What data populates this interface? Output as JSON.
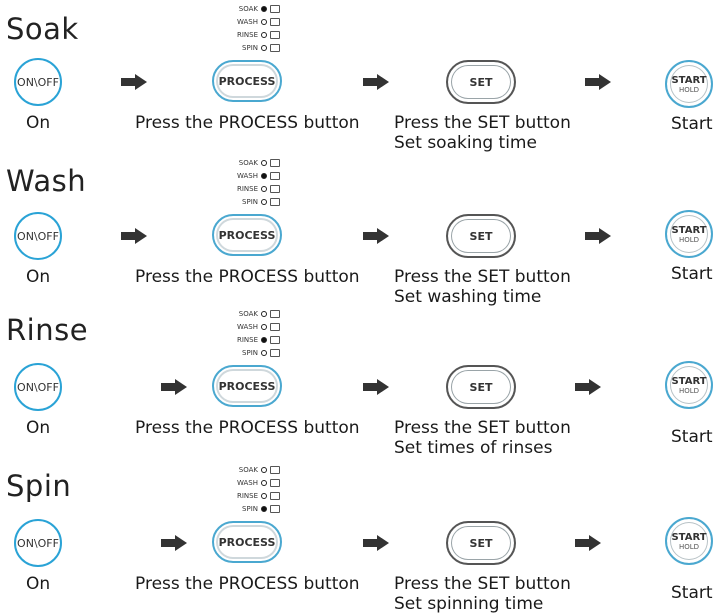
{
  "indicator_labels": [
    "SOAK",
    "WASH",
    "RINSE",
    "SPIN"
  ],
  "indicator_icons": [
    "soak-icon",
    "wash-icon",
    "rinse-icon",
    "spin-icon"
  ],
  "buttons": {
    "power_label": "ON\\OFF",
    "process_label": "PROCESS",
    "set_label": "SET",
    "start_label": "START",
    "hold_label": "HOLD"
  },
  "colors": {
    "accent": "#2aa3d6",
    "arrow": "#333333"
  },
  "sections": [
    {
      "title": "Soak",
      "active_index": 0,
      "on_caption": "On",
      "process_caption": "Press the PROCESS button",
      "set_caption_1": "Press the SET button",
      "set_caption_2": "Set soaking  time",
      "start_caption": "Start"
    },
    {
      "title": "Wash",
      "active_index": 1,
      "on_caption": "On",
      "process_caption": "Press the PROCESS button",
      "set_caption_1": "Press the SET button",
      "set_caption_2": "Set washing time",
      "start_caption": "Start"
    },
    {
      "title": "Rinse",
      "active_index": 2,
      "on_caption": "On",
      "process_caption": "Press the PROCESS button",
      "set_caption_1": "Press the SET button",
      "set_caption_2": "Set times of rinses",
      "start_caption": "Start"
    },
    {
      "title": "Spin",
      "active_index": 3,
      "on_caption": "On",
      "process_caption": "Press the PROCESS button",
      "set_caption_1": "Press the SET button",
      "set_caption_2": "Set spinning time",
      "start_caption": "Start"
    }
  ]
}
